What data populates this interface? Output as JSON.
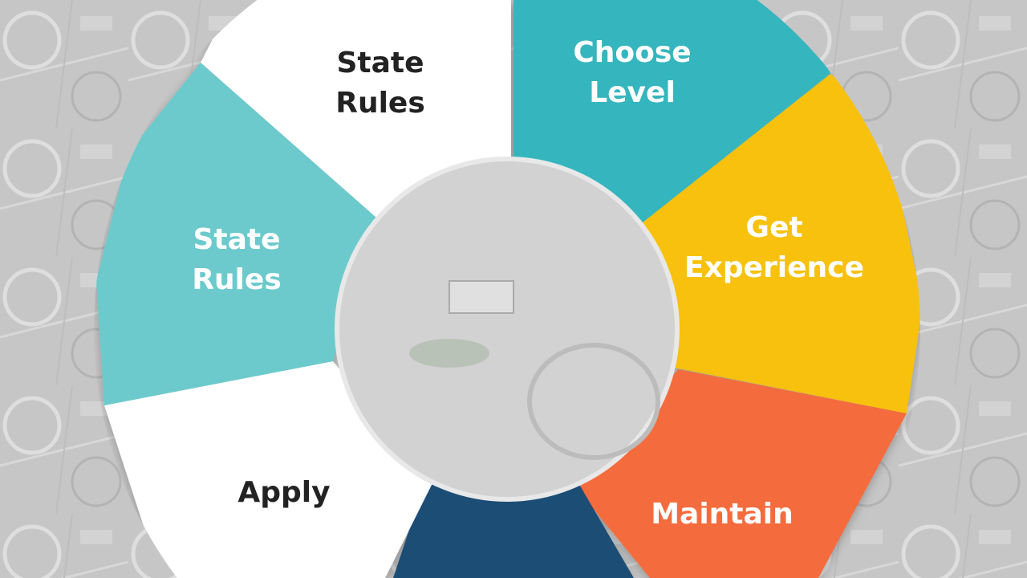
{
  "diagram": {
    "segments": [
      {
        "id": "state-rules-top",
        "lines": [
          "State",
          "Rules"
        ],
        "fill": "#ffffff",
        "text_color": "#222222"
      },
      {
        "id": "choose-level",
        "lines": [
          "Choose",
          "Level"
        ],
        "fill": "#36b6be",
        "text_color": "#ffffff"
      },
      {
        "id": "get-experience",
        "lines": [
          "Get",
          "Experience"
        ],
        "fill": "#f7c10b",
        "text_color": "#ffffff"
      },
      {
        "id": "maintain",
        "lines": [
          "Maintain"
        ],
        "fill": "#f46c3d",
        "text_color": "#ffffff"
      },
      {
        "id": "bottom-blank",
        "lines": [],
        "fill": "#1f4e74",
        "text_color": "#ffffff"
      },
      {
        "id": "apply",
        "lines": [
          "Apply"
        ],
        "fill": "#ffffff",
        "text_color": "#222222"
      },
      {
        "id": "state-rules-left",
        "lines": [
          "State",
          "Rules"
        ],
        "fill": "#6ccacc",
        "text_color": "#ffffff"
      }
    ],
    "center_hole_color": "#d2d2d2",
    "background_color": "#c9c9c9"
  }
}
